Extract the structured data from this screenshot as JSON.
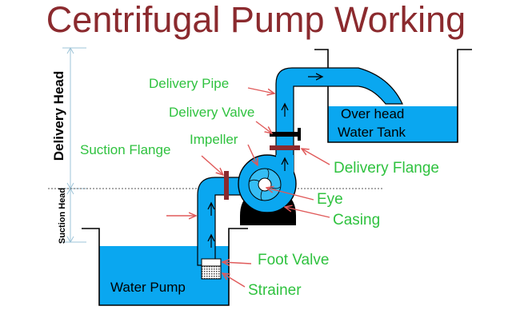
{
  "title": "Centrifugal Pump Working",
  "side_labels": {
    "delivery_head": "Delivery Head",
    "suction_head": "Suction Head"
  },
  "labels": {
    "delivery_pipe": "Delivery Pipe",
    "delivery_valve": "Delivery Valve",
    "impeller": "Impeller",
    "suction_flange": "Suction Flange",
    "delivery_flange": "Delivery Flange",
    "eye": "Eye",
    "casing": "Casing",
    "foot_valve": "Foot Valve",
    "strainer": "Strainer",
    "tank_line1": "Over head",
    "tank_line2": "Water Tank",
    "sump": "Water Pump"
  },
  "colors": {
    "water": "#0aa7f0",
    "title": "#8b2a2e",
    "label_green": "#2fc23f",
    "flange": "#8b2a2e",
    "arrow_red": "#e05a5a",
    "guide_blue": "#9ec4d8"
  }
}
